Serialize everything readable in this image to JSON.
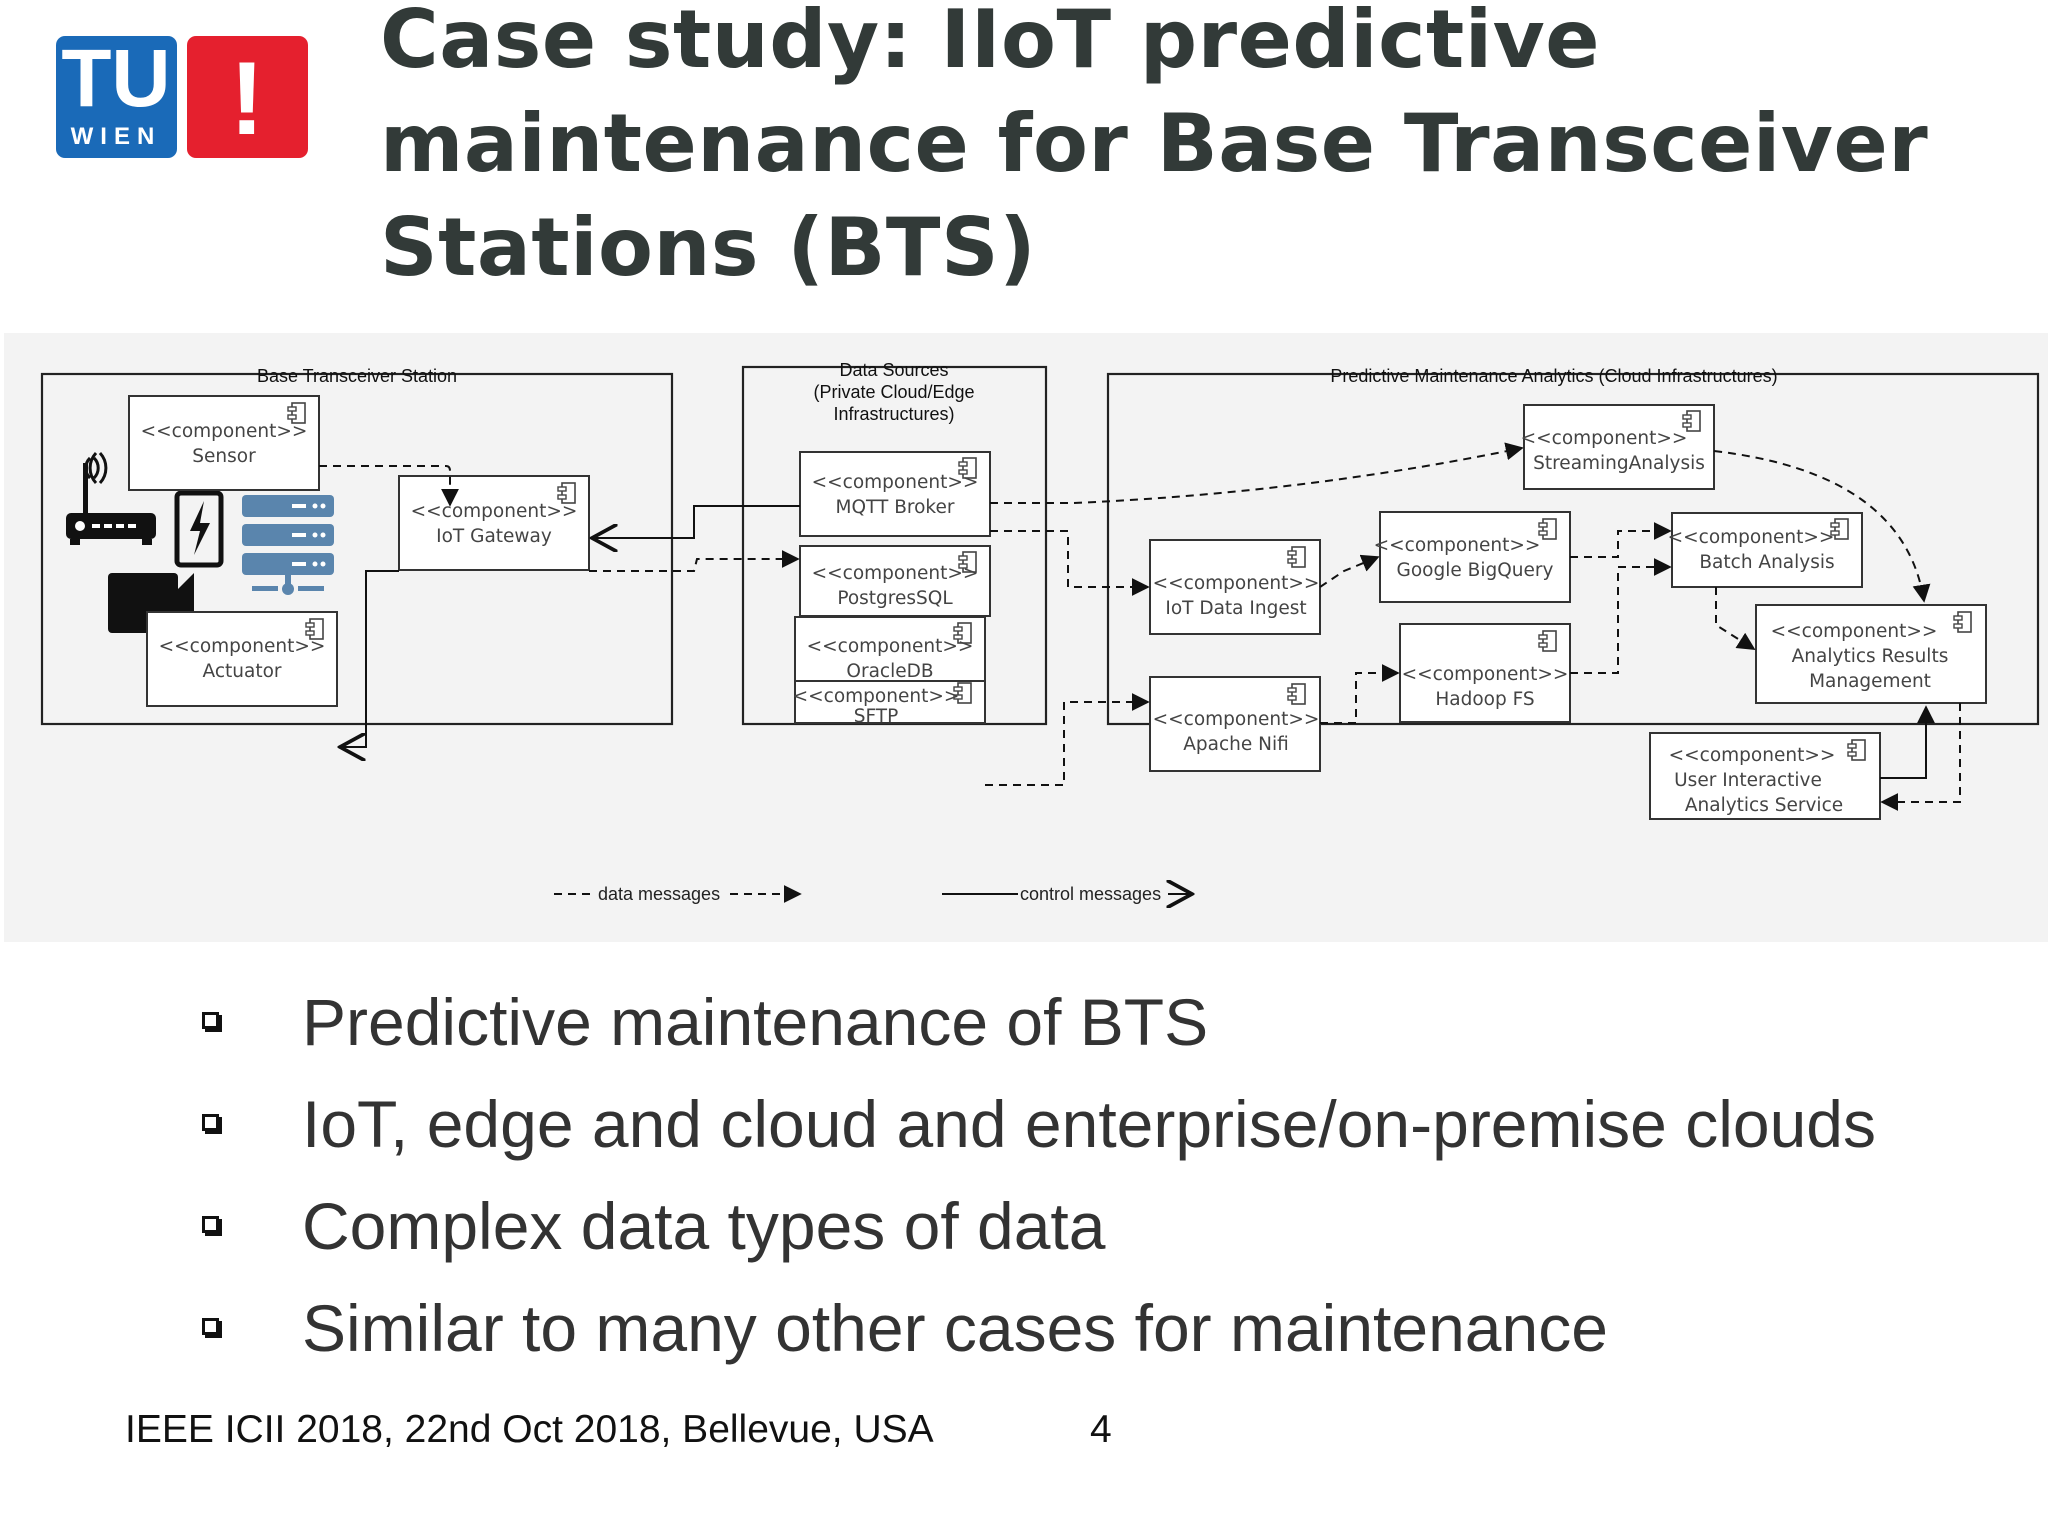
{
  "logo": {
    "line1": "TU",
    "line2": "WIEN",
    "mark": "!"
  },
  "title": "Case study: IIoT predictive maintenance for Base Transceiver Stations (BTS)",
  "diagram": {
    "frames": {
      "bts": "Base Transceiver Station",
      "sources": [
        "Data Sources",
        "(Private Cloud/Edge",
        "Infrastructures)"
      ],
      "analytics": "Predictive Maintenance Analytics (Cloud Infrastructures)"
    },
    "stereotype": "<<component>>",
    "components": {
      "sensor": "Sensor",
      "gateway": "IoT Gateway",
      "actuator": "Actuator",
      "mqtt": "MQTT Broker",
      "postgres": "PostgresSQL",
      "oracle": "OracleDB",
      "sftp": "SFTP",
      "streaming": "StreamingAnalysis",
      "bigquery": "Google BigQuery",
      "ingest": "IoT Data Ingest",
      "batch": "Batch Analysis",
      "results": [
        "Analytics Results",
        "Management"
      ],
      "hadoop": "Hadoop FS",
      "nifi": "Apache Nifi",
      "uias": [
        "User Interactive",
        "Analytics Service"
      ]
    },
    "legend": {
      "data": "data messages",
      "control": "control messages"
    },
    "icons": [
      "antenna-router-icon",
      "battery-charging-icon",
      "server-rack-icon",
      "video-camera-icon",
      "component-icon"
    ]
  },
  "bullets": [
    "Predictive maintenance of BTS",
    "IoT, edge and cloud and enterprise/on-premise clouds",
    "Complex data types of data",
    "Similar to many other cases for maintenance"
  ],
  "footer": "IEEE ICII 2018, 22nd Oct 2018, Bellevue, USA",
  "page_number": "4",
  "colors": {
    "logo_blue": "#1a6ab8",
    "logo_red": "#e5202e",
    "title": "#323a38",
    "panel": "#f3f3f3",
    "device_blue": "#5a85ad"
  }
}
